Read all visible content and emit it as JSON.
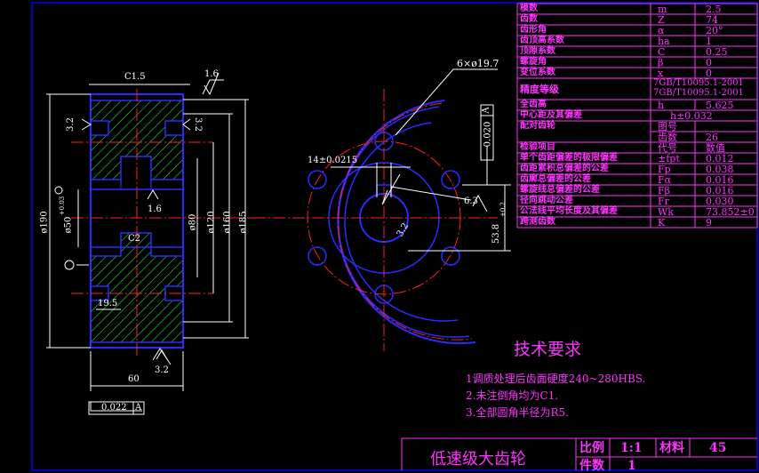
{
  "colors": {
    "background": "#000000",
    "outline": "#2b2bff",
    "dimension": "#ffffff",
    "centerline": "#ff2020",
    "hatch": "#22ee22",
    "text": "#ff33ff",
    "frame": "#0000ff"
  },
  "params": [
    {
      "name": "模数",
      "symbol": "m",
      "value": "2.5"
    },
    {
      "name": "齿数",
      "symbol": "Z",
      "value": "74"
    },
    {
      "name": "齿形角",
      "symbol": "α",
      "value": "20°"
    },
    {
      "name": "齿顶高系数",
      "symbol": "ha",
      "value": "1"
    },
    {
      "name": "顶隙系数",
      "symbol": "C",
      "value": "0.25"
    },
    {
      "name": "螺旋角",
      "symbol": "β",
      "value": "0"
    },
    {
      "name": "变位系数",
      "symbol": "x",
      "value": "0"
    },
    {
      "name": "精度等级",
      "symbol": "",
      "value": "7GB/T10095.1-2001",
      "value2": "7GB/T10095.1-2001"
    },
    {
      "name": "全齿高",
      "symbol": "h",
      "value": "5.625"
    },
    {
      "name": "中心距及其偏差",
      "symbol": "",
      "value": "h±0.032"
    },
    {
      "name": "配对齿轮",
      "symbol": "图号",
      "value": ""
    },
    {
      "name": "",
      "symbol": "齿数",
      "value": "26"
    },
    {
      "name": "检验项目",
      "symbol": "代号",
      "value": "数值"
    },
    {
      "name": "单个齿距偏差的极限偏差",
      "symbol": "±fpt",
      "value": "0.012"
    },
    {
      "name": "齿距累积总偏差的公差",
      "symbol": "Fp",
      "value": "0.038"
    },
    {
      "name": "齿廓总偏差的公差",
      "symbol": "Fα",
      "value": "0.016"
    },
    {
      "name": "螺旋线总偏差的公差",
      "symbol": "Fβ",
      "value": "0.016"
    },
    {
      "name": "径向跳动公差",
      "symbol": "Fr",
      "value": "0.030"
    },
    {
      "name": "公法线平均长度及其偏差",
      "symbol": "Wk",
      "value": "73.852±0"
    },
    {
      "name": "跨测齿数",
      "symbol": "K",
      "value": "9"
    }
  ],
  "requirements": {
    "title": "技术要求",
    "items": [
      "1调质处理后齿面硬度240~280HBS.",
      "2.未注倒角均为C1.",
      "3.全部圆角半径为R5."
    ]
  },
  "title_block": {
    "part_name": "低速级大齿轮",
    "scale_label": "比例",
    "scale_value": "1:1",
    "material_label": "材料",
    "material_value": "45",
    "qty_label": "件数",
    "qty_value": "1"
  },
  "dims": {
    "c15": "C1.5",
    "c2": "C2",
    "rough16_top": "1.6",
    "rough32_a": "3.2",
    "rough32_b": "3.2",
    "rough16_mid": "1.6",
    "rough32_bottom": "3.2",
    "d190": "ø190",
    "d50": "ø50",
    "d50_tol": "+0.03",
    "d80": "ø80",
    "d120": "ø120",
    "d160": "ø160",
    "d185": "ø185",
    "w195": "19.5",
    "w60": "60",
    "tol022": "0.022",
    "datum": "A",
    "holes": "6×ø19.7",
    "keyw": "14±0.0215",
    "rough63": "6.3",
    "keyd": "53.8",
    "keyd_tol": "+0.2",
    "rough32_c": "3.2",
    "tol020": "0.020",
    "datum2": "A"
  }
}
